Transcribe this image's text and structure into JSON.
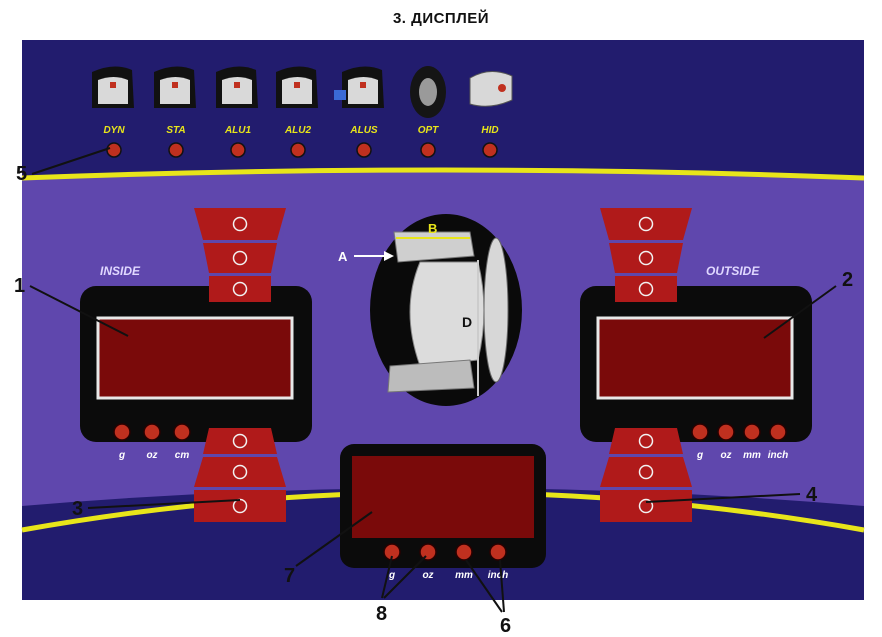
{
  "title": "3. ДИСПЛЕЙ",
  "colors": {
    "frame": "#221c6e",
    "panel": "#5f47ad",
    "accent_line": "#e8e51a",
    "display": "#7a0a0a",
    "led": "#c0301f",
    "bezel": "#0b0b0b",
    "segment": "#b01a1a"
  },
  "modes": [
    {
      "label": "DYN",
      "icon": "wheel-weight-dyn-icon"
    },
    {
      "label": "STA",
      "icon": "wheel-weight-sta-icon"
    },
    {
      "label": "ALU1",
      "icon": "wheel-weight-alu1-icon"
    },
    {
      "label": "ALU2",
      "icon": "wheel-weight-alu2-icon"
    },
    {
      "label": "ALUS",
      "icon": "wheel-weight-alus-icon"
    },
    {
      "label": "OPT",
      "icon": "wheel-opt-icon"
    },
    {
      "label": "HID",
      "icon": "wheel-hid-icon"
    }
  ],
  "inside": {
    "label": "INSIDE",
    "units": [
      "g",
      "oz",
      "cm"
    ]
  },
  "outside": {
    "label": "OUTSIDE",
    "units": [
      "g",
      "oz",
      "mm",
      "inch"
    ]
  },
  "center": {
    "units": [
      "g",
      "oz",
      "mm",
      "inch"
    ]
  },
  "wheel_dims": {
    "a": "A",
    "b": "B",
    "d": "D"
  },
  "callouts": [
    "1",
    "2",
    "3",
    "4",
    "5",
    "6",
    "7",
    "8"
  ]
}
